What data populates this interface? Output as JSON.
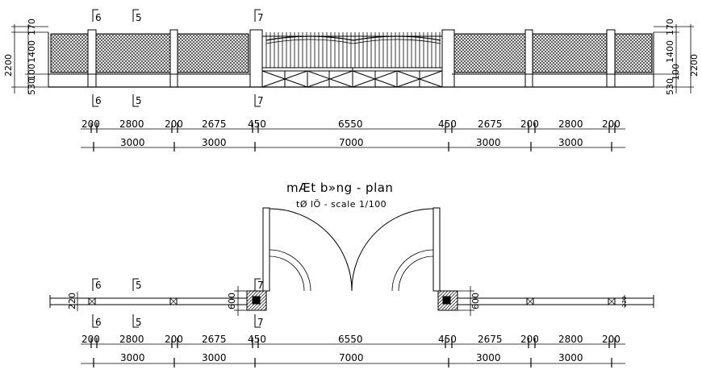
{
  "title": "mÆt b»ng - plan",
  "subtitle": "tØ lÖ - scale 1/100",
  "section_marks": {
    "elev_top": [
      "6",
      "5",
      "7"
    ],
    "elev_bottom": [
      "6",
      "5",
      "7"
    ],
    "plan_top": [
      "6",
      "5",
      "7"
    ],
    "plan_bottom": [
      "6",
      "5",
      "7"
    ]
  },
  "elevation_dims": {
    "row1": [
      "200",
      "2800",
      "200",
      "2675",
      "450",
      "6550",
      "450",
      "2675",
      "200",
      "2800",
      "200"
    ],
    "row2": [
      "3000",
      "3000",
      "7000",
      "3000",
      "3000"
    ]
  },
  "plan_dims": {
    "row1": [
      "200",
      "2800",
      "200",
      "2675",
      "450",
      "6550",
      "450",
      "2675",
      "200",
      "2800",
      "200"
    ],
    "row2": [
      "3000",
      "3000",
      "7000",
      "3000",
      "3000"
    ]
  },
  "elevation_left_dims": {
    "outer": "2200",
    "inner": [
      "170",
      "1400",
      "100",
      "530"
    ]
  },
  "elevation_right_dims": {
    "outer": "2200",
    "inner": [
      "170",
      "1400",
      "100",
      "530"
    ]
  },
  "plan_side_dims": {
    "wall_left": "220",
    "post_left": "600",
    "post_right": "600",
    "wall_right": "220"
  }
}
